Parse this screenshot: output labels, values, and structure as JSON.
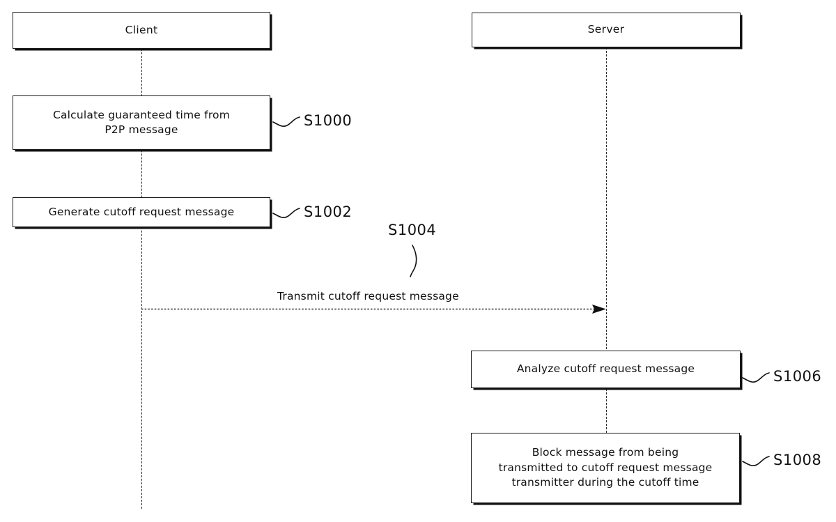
{
  "diagram": {
    "type": "sequence-flowchart",
    "title": "",
    "lanes": [
      {
        "id": "client",
        "label": "Client"
      },
      {
        "id": "server",
        "label": "Server"
      }
    ],
    "steps": [
      {
        "id": "S1000",
        "lane": "client",
        "ref": "S1000",
        "text": "Calculate guaranteed time from\nP2P message"
      },
      {
        "id": "S1002",
        "lane": "client",
        "ref": "S1002",
        "text": "Generate cutoff request message"
      },
      {
        "id": "S1006",
        "lane": "server",
        "ref": "S1006",
        "text": "Analyze cutoff request message"
      },
      {
        "id": "S1008",
        "lane": "server",
        "ref": "S1008",
        "text": "Block message from being\ntransmitted to cutoff request message\ntransmitter during the cutoff time"
      }
    ],
    "messages": [
      {
        "id": "S1004",
        "ref": "S1004",
        "from": "client",
        "to": "server",
        "text": "Transmit cutoff request message"
      }
    ]
  },
  "colors": {
    "ink": "#111111",
    "line": "#2a2a2a",
    "paper": "#ffffff"
  }
}
